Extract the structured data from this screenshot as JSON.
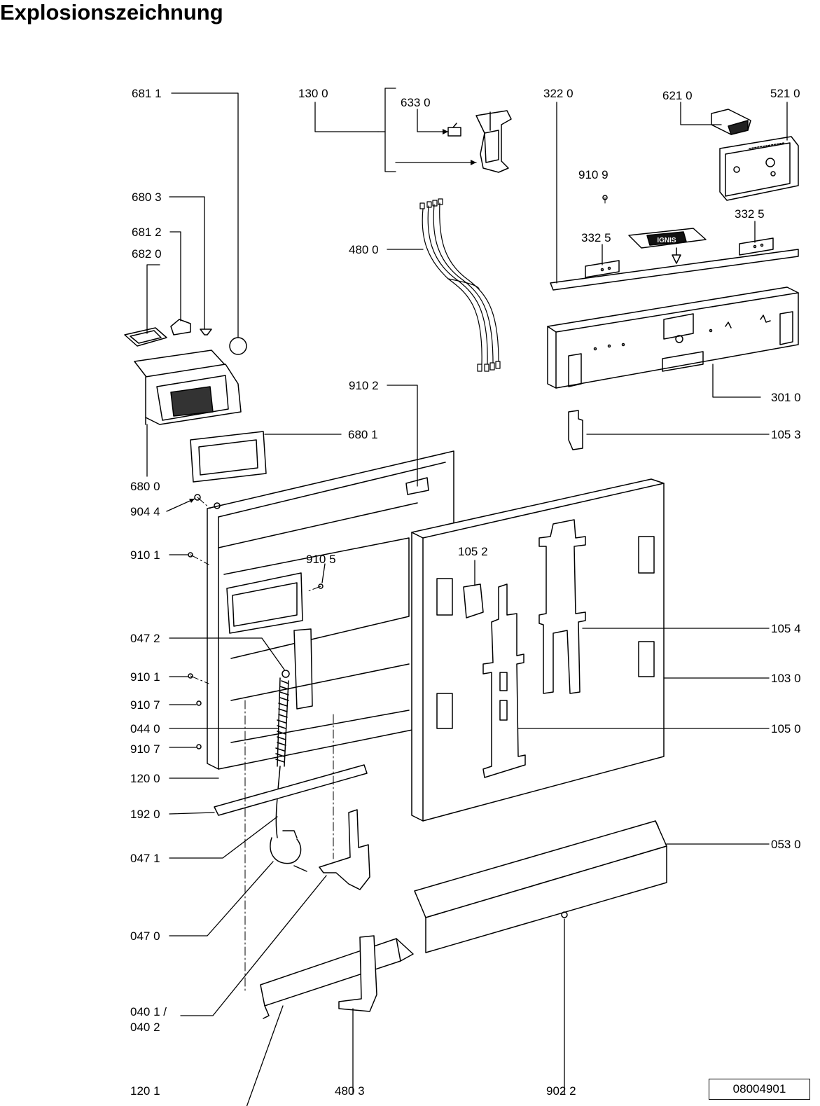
{
  "title": "Explosionszeichnung",
  "doc_id": "08004901",
  "brand_plate": "IGNIS",
  "labels": {
    "p6811": "681 1",
    "p1300": "130 0",
    "p6330": "633 0",
    "p3220": "322  0",
    "p6210": "621 0",
    "p5210": "521 0",
    "p6803": "680 3",
    "p9109": "910 9",
    "p3325a": "332  5",
    "p3325b": "332  5",
    "p6812": "681 2",
    "p6820": "682 0",
    "p4800": "480 0",
    "p9102": "910 2",
    "p3010": "301 0",
    "p6801": "680 1",
    "p1053": "105 3",
    "p6800": "680 0",
    "p9044": "904 4",
    "p9101a": "910 1",
    "p9105": "910 5",
    "p1052": "105 2",
    "p0472": "047 2",
    "p1054": "105 4",
    "p9101b": "910 1",
    "p1030": "103 0",
    "p9107a": "910 7",
    "p0440": "044 0",
    "p1050": "105 0",
    "p9107b": "910 7",
    "p1200": "120 0",
    "p1920": "192 0",
    "p0530": "053 0",
    "p0471": "047 1",
    "p0470": "047 0",
    "p0401": "040 1 /",
    "p0402": "040 2",
    "p1201": "120 1",
    "p4803": "480 3",
    "p9022": "902 2"
  }
}
